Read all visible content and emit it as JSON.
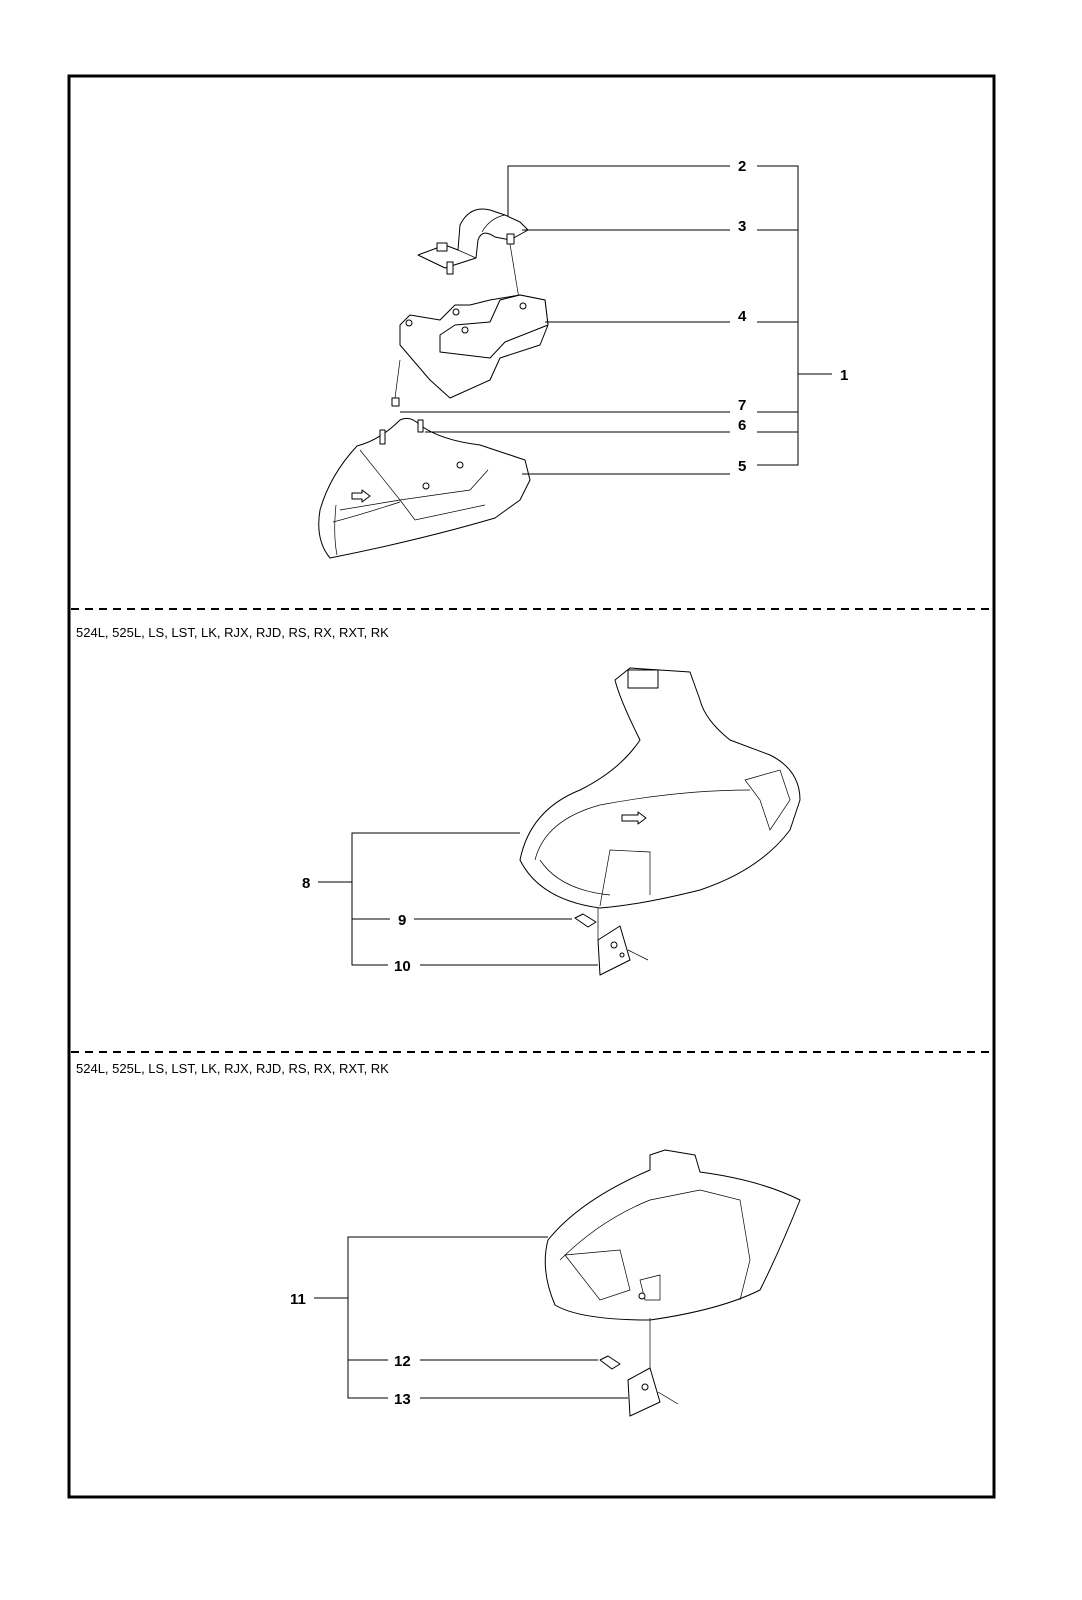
{
  "sections": [
    {
      "labels": {
        "assembly": "1",
        "p2": "2",
        "p3": "3",
        "p4": "4",
        "p5": "5",
        "p6": "6",
        "p7": "7"
      }
    },
    {
      "models": "524L, 525L, LS, LST, LK, RJX, RJD, RS, RX, RXT, RK",
      "labels": {
        "assembly": "8",
        "p9": "9",
        "p10": "10"
      }
    },
    {
      "models": "524L, 525L, LS, LST, LK, RJX, RJD, RS, RX, RXT, RK",
      "labels": {
        "assembly": "11",
        "p12": "12",
        "p13": "13"
      }
    }
  ]
}
